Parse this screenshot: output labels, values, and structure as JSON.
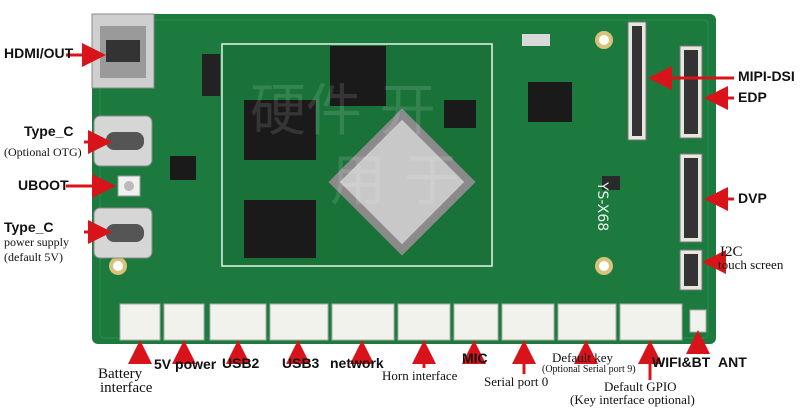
{
  "colors": {
    "pcb": "#1c7a3e",
    "pcb_dark": "#146030",
    "arrow": "#d8141a",
    "chip": "#1a1a1a",
    "connector_white": "#f2f2ec",
    "metal": "#c9c9c9",
    "silkscreen": "#e8f3ea"
  },
  "labels": {
    "hdmi": "HDMI/OUT",
    "typec_otg": "Type_C",
    "typec_otg_sub": "(Optional OTG)",
    "uboot": "UBOOT",
    "typec_power": "Type_C",
    "typec_power_sub1": "power supply",
    "typec_power_sub2": "(default 5V)",
    "mipi_dsi": "MIPI-DSI",
    "edp": "EDP",
    "dvp": "DVP",
    "i2c": "I2C",
    "i2c_sub": "touch screen",
    "battery_1": "Battery",
    "battery_2": "interface",
    "power_5v": "5V power",
    "usb2": "USB2",
    "usb3": "USB3",
    "network": "network",
    "horn": "Horn interface",
    "mic": "MIC",
    "serial0": "Serial port 0",
    "default_key": "Default key",
    "default_key_sub": "(Optional Serial port 9)",
    "wifi_bt": "WIFI&BT",
    "ant": "ANT",
    "default_gpio": "Default GPIO",
    "default_gpio_sub": "(Key interface optional)"
  },
  "board": {
    "model": "YS-X68",
    "watermark": "硬件 开 用 于"
  }
}
